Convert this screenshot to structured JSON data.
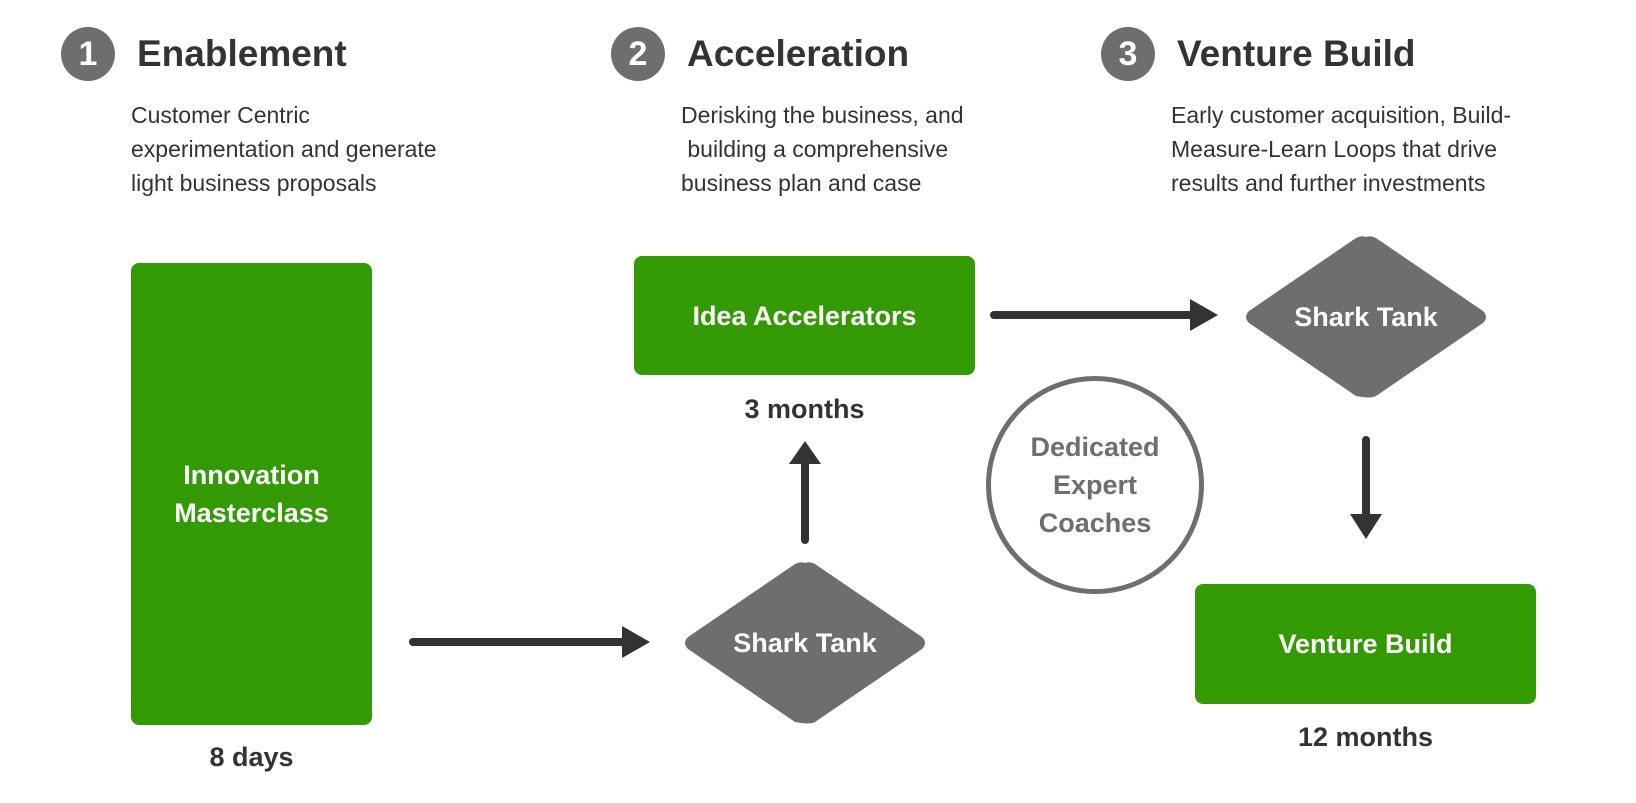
{
  "colors": {
    "green": "#349a03",
    "gray_shape": "#6d6e70",
    "text_dark": "#333333",
    "arrow": "#333333"
  },
  "stages": [
    {
      "number": "1",
      "title": "Enablement",
      "description_lines": [
        "Customer Centric",
        "experimentation and generate",
        "light business proposals"
      ]
    },
    {
      "number": "2",
      "title": "Acceleration",
      "description_lines": [
        "Derisking the business, and",
        " building a comprehensive",
        "business plan and case"
      ]
    },
    {
      "number": "3",
      "title": "Venture Build",
      "description_lines": [
        "Early customer acquisition, Build-",
        "Measure-Learn Loops that drive",
        "results and further investments"
      ]
    }
  ],
  "nodes": {
    "innovation_masterclass": {
      "label_lines": [
        "Innovation",
        "Masterclass"
      ],
      "duration": "8 days"
    },
    "shark_tank_1": {
      "label": "Shark Tank"
    },
    "idea_accelerators": {
      "label": "Idea Accelerators",
      "duration": "3 months"
    },
    "shark_tank_2": {
      "label": "Shark Tank"
    },
    "venture_build": {
      "label": "Venture Build",
      "duration": "12 months"
    },
    "coaches": {
      "label_lines": [
        "Dedicated",
        "Expert",
        "Coaches"
      ]
    }
  },
  "flow": [
    {
      "from": "Innovation Masterclass",
      "to": "Shark Tank"
    },
    {
      "from": "Shark Tank",
      "to": "Idea Accelerators"
    },
    {
      "from": "Idea Accelerators",
      "to": "Shark Tank"
    },
    {
      "from": "Shark Tank",
      "to": "Venture Build"
    }
  ]
}
